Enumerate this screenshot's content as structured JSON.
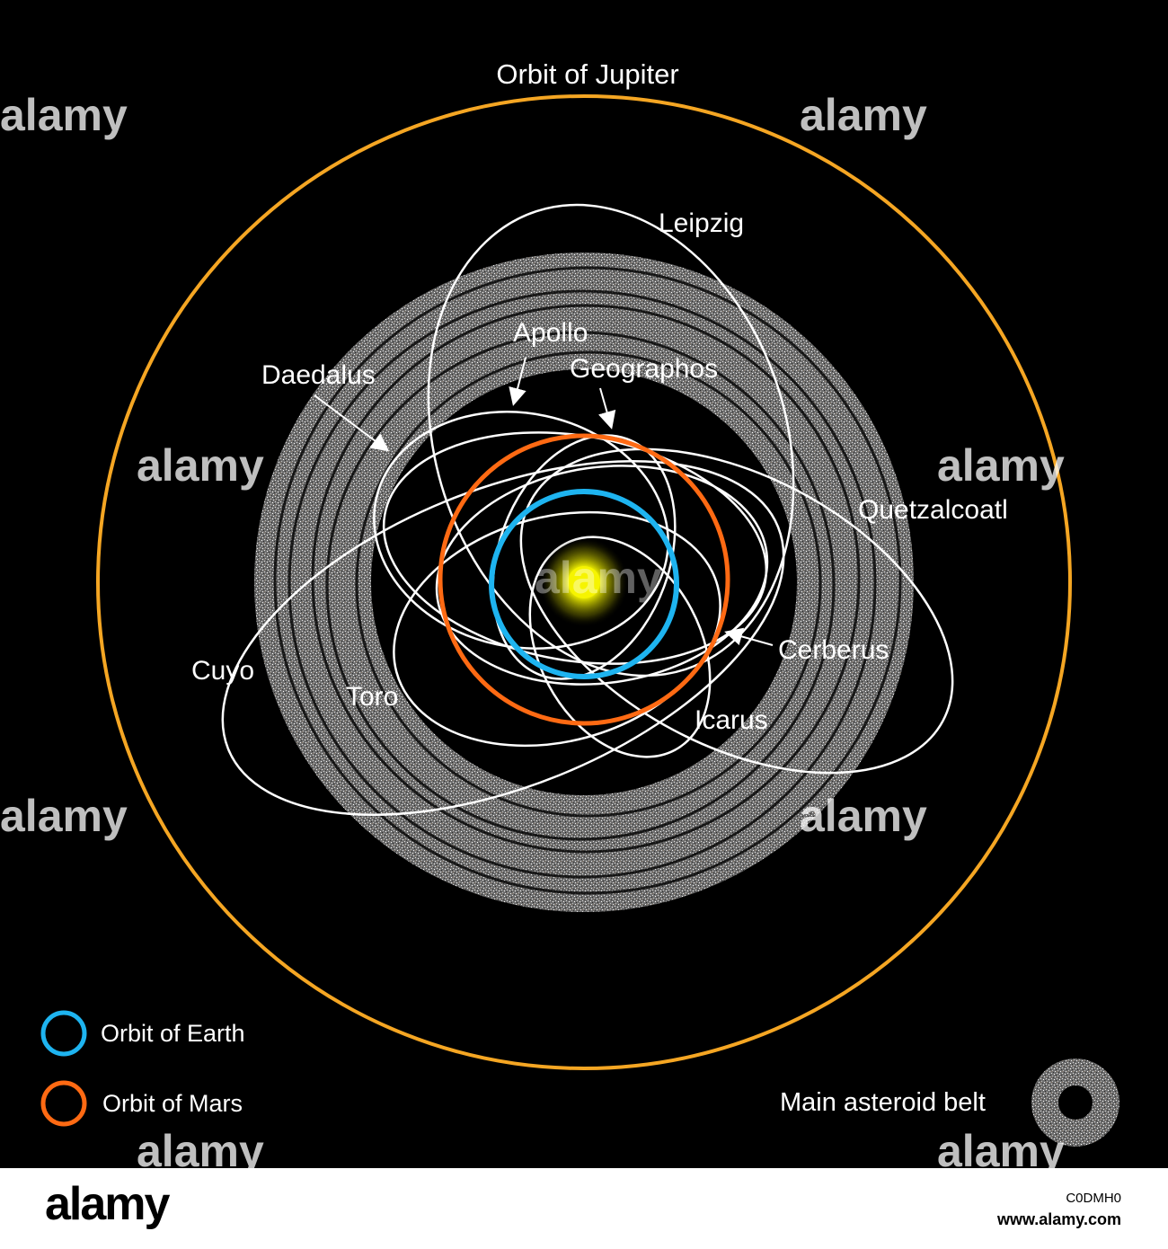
{
  "labels": {
    "jupiter": "Orbit of Jupiter",
    "leipzig": "Leipzig",
    "apollo": "Apollo",
    "geographos": "Geographos",
    "daedalus": "Daedalus",
    "quetzalcoatl": "Quetzalcoatl",
    "cerberus": "Cerberus",
    "cuyo": "Cuyo",
    "toro": "Toro",
    "icarus": "Icarus"
  },
  "legend": {
    "earth": "Orbit of Earth",
    "mars": "Orbit of Mars",
    "belt": "Main asteroid belt"
  },
  "watermark": "alamy",
  "footer": {
    "logo": "alamy",
    "image_id": "C0DMH0",
    "url": "www.alamy.com"
  },
  "colors": {
    "background": "#000000",
    "jupiter_orbit": "#f5a623",
    "mars_orbit": "#ff6a13",
    "earth_orbit": "#1eb4f0",
    "asteroid_orbits": "#ffffff",
    "sun": "#f4f000",
    "belt": "#9a9a9a"
  }
}
